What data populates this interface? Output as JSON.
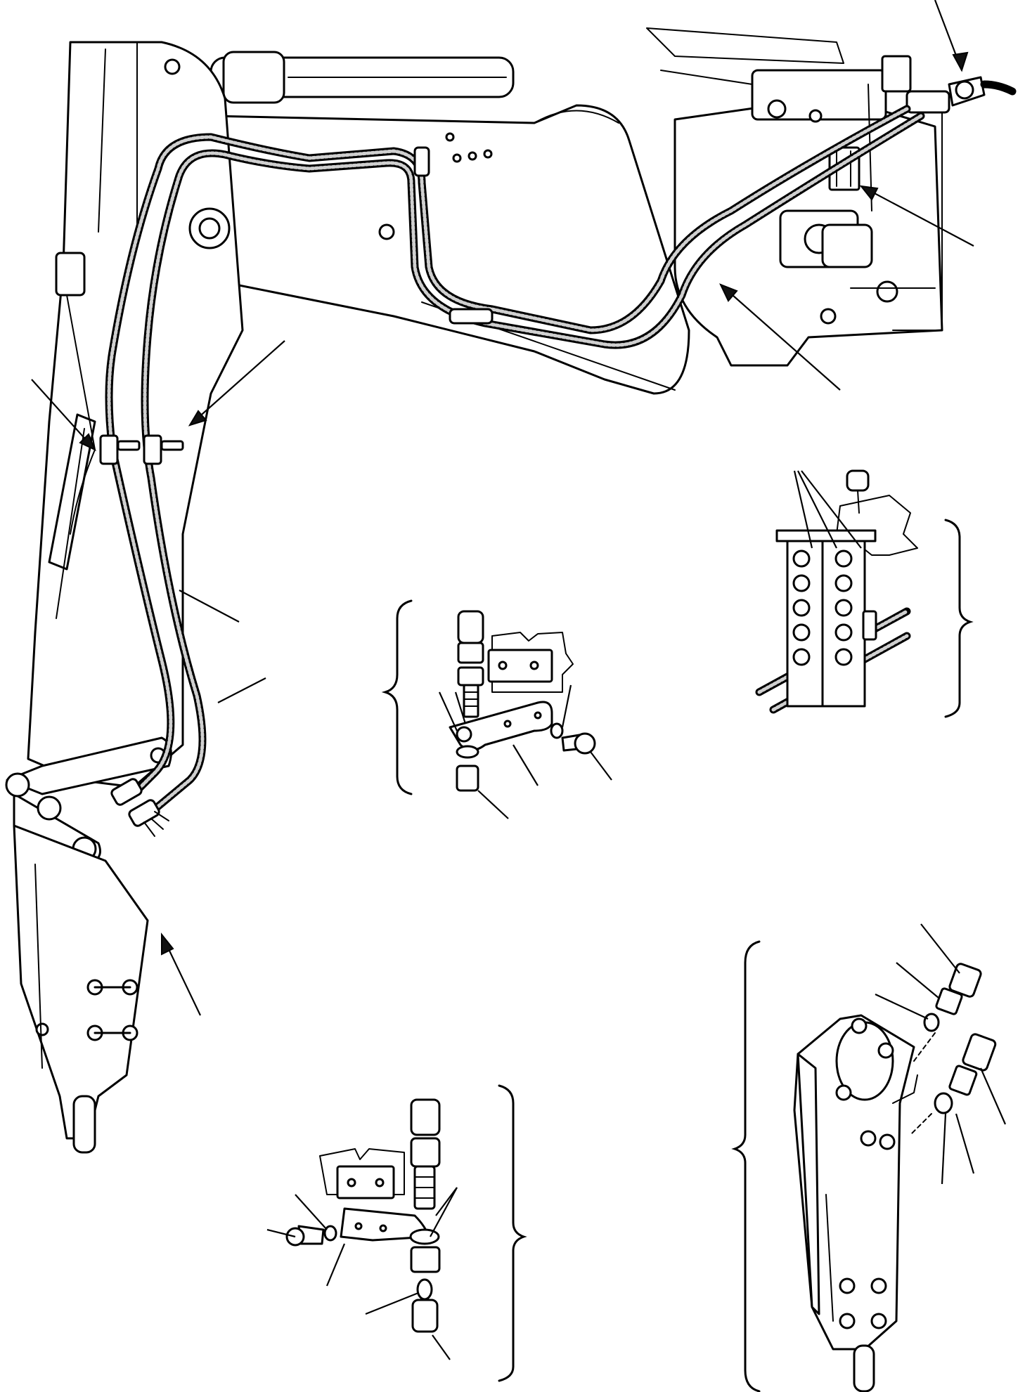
{
  "figure": {
    "description_text": "",
    "colors": {
      "ink": "#000000",
      "paper": "#ffffff",
      "hose_fill": "#cfcfcf"
    },
    "detail_views": [
      "bracket-detail-left-upper",
      "clamp-detail-right",
      "bracket-detail-lower",
      "breaker-connection-detail"
    ]
  }
}
